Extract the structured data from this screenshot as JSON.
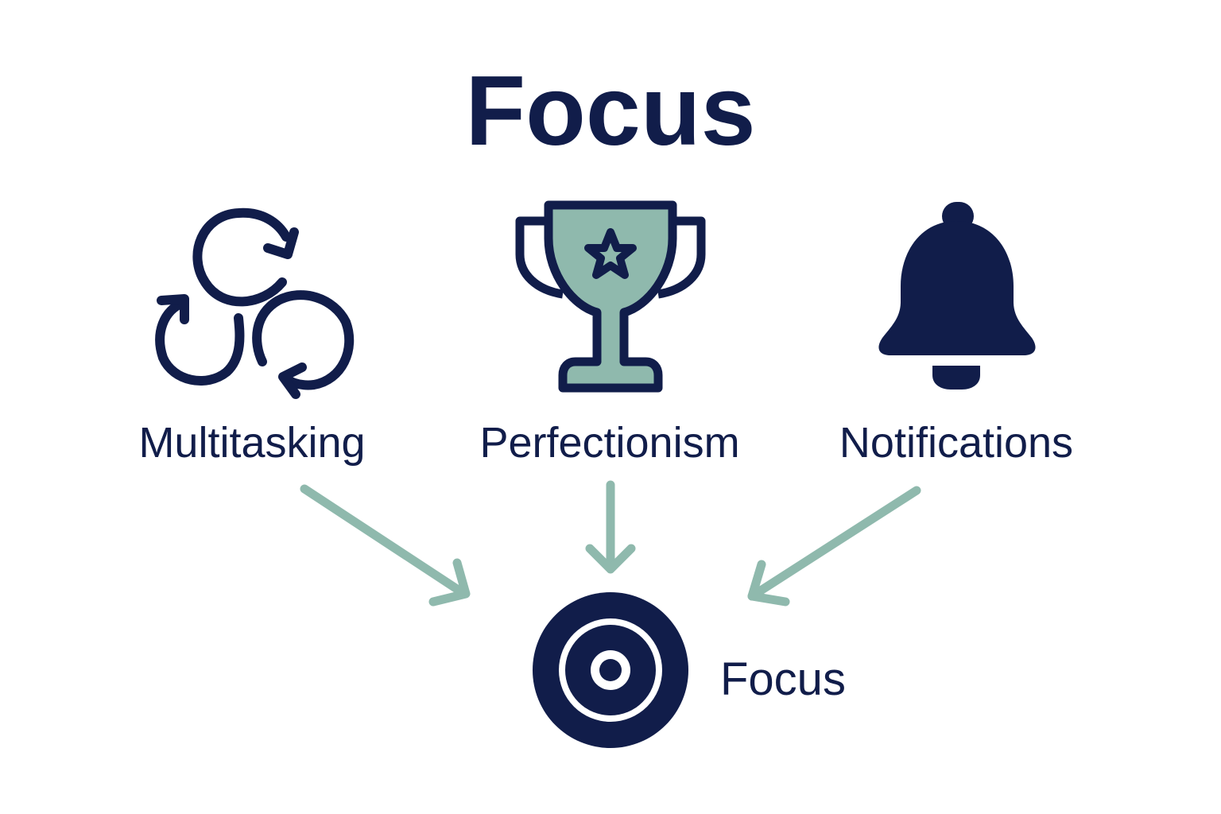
{
  "title": "Focus",
  "colors": {
    "navy": "#111d4a",
    "teal": "#8fb9ad"
  },
  "distractions": [
    {
      "label": "Multitasking",
      "icon": "cycle-arrows-icon"
    },
    {
      "label": "Perfectionism",
      "icon": "trophy-icon"
    },
    {
      "label": "Notifications",
      "icon": "bell-icon"
    }
  ],
  "target": {
    "label": "Focus",
    "icon": "target-icon"
  }
}
